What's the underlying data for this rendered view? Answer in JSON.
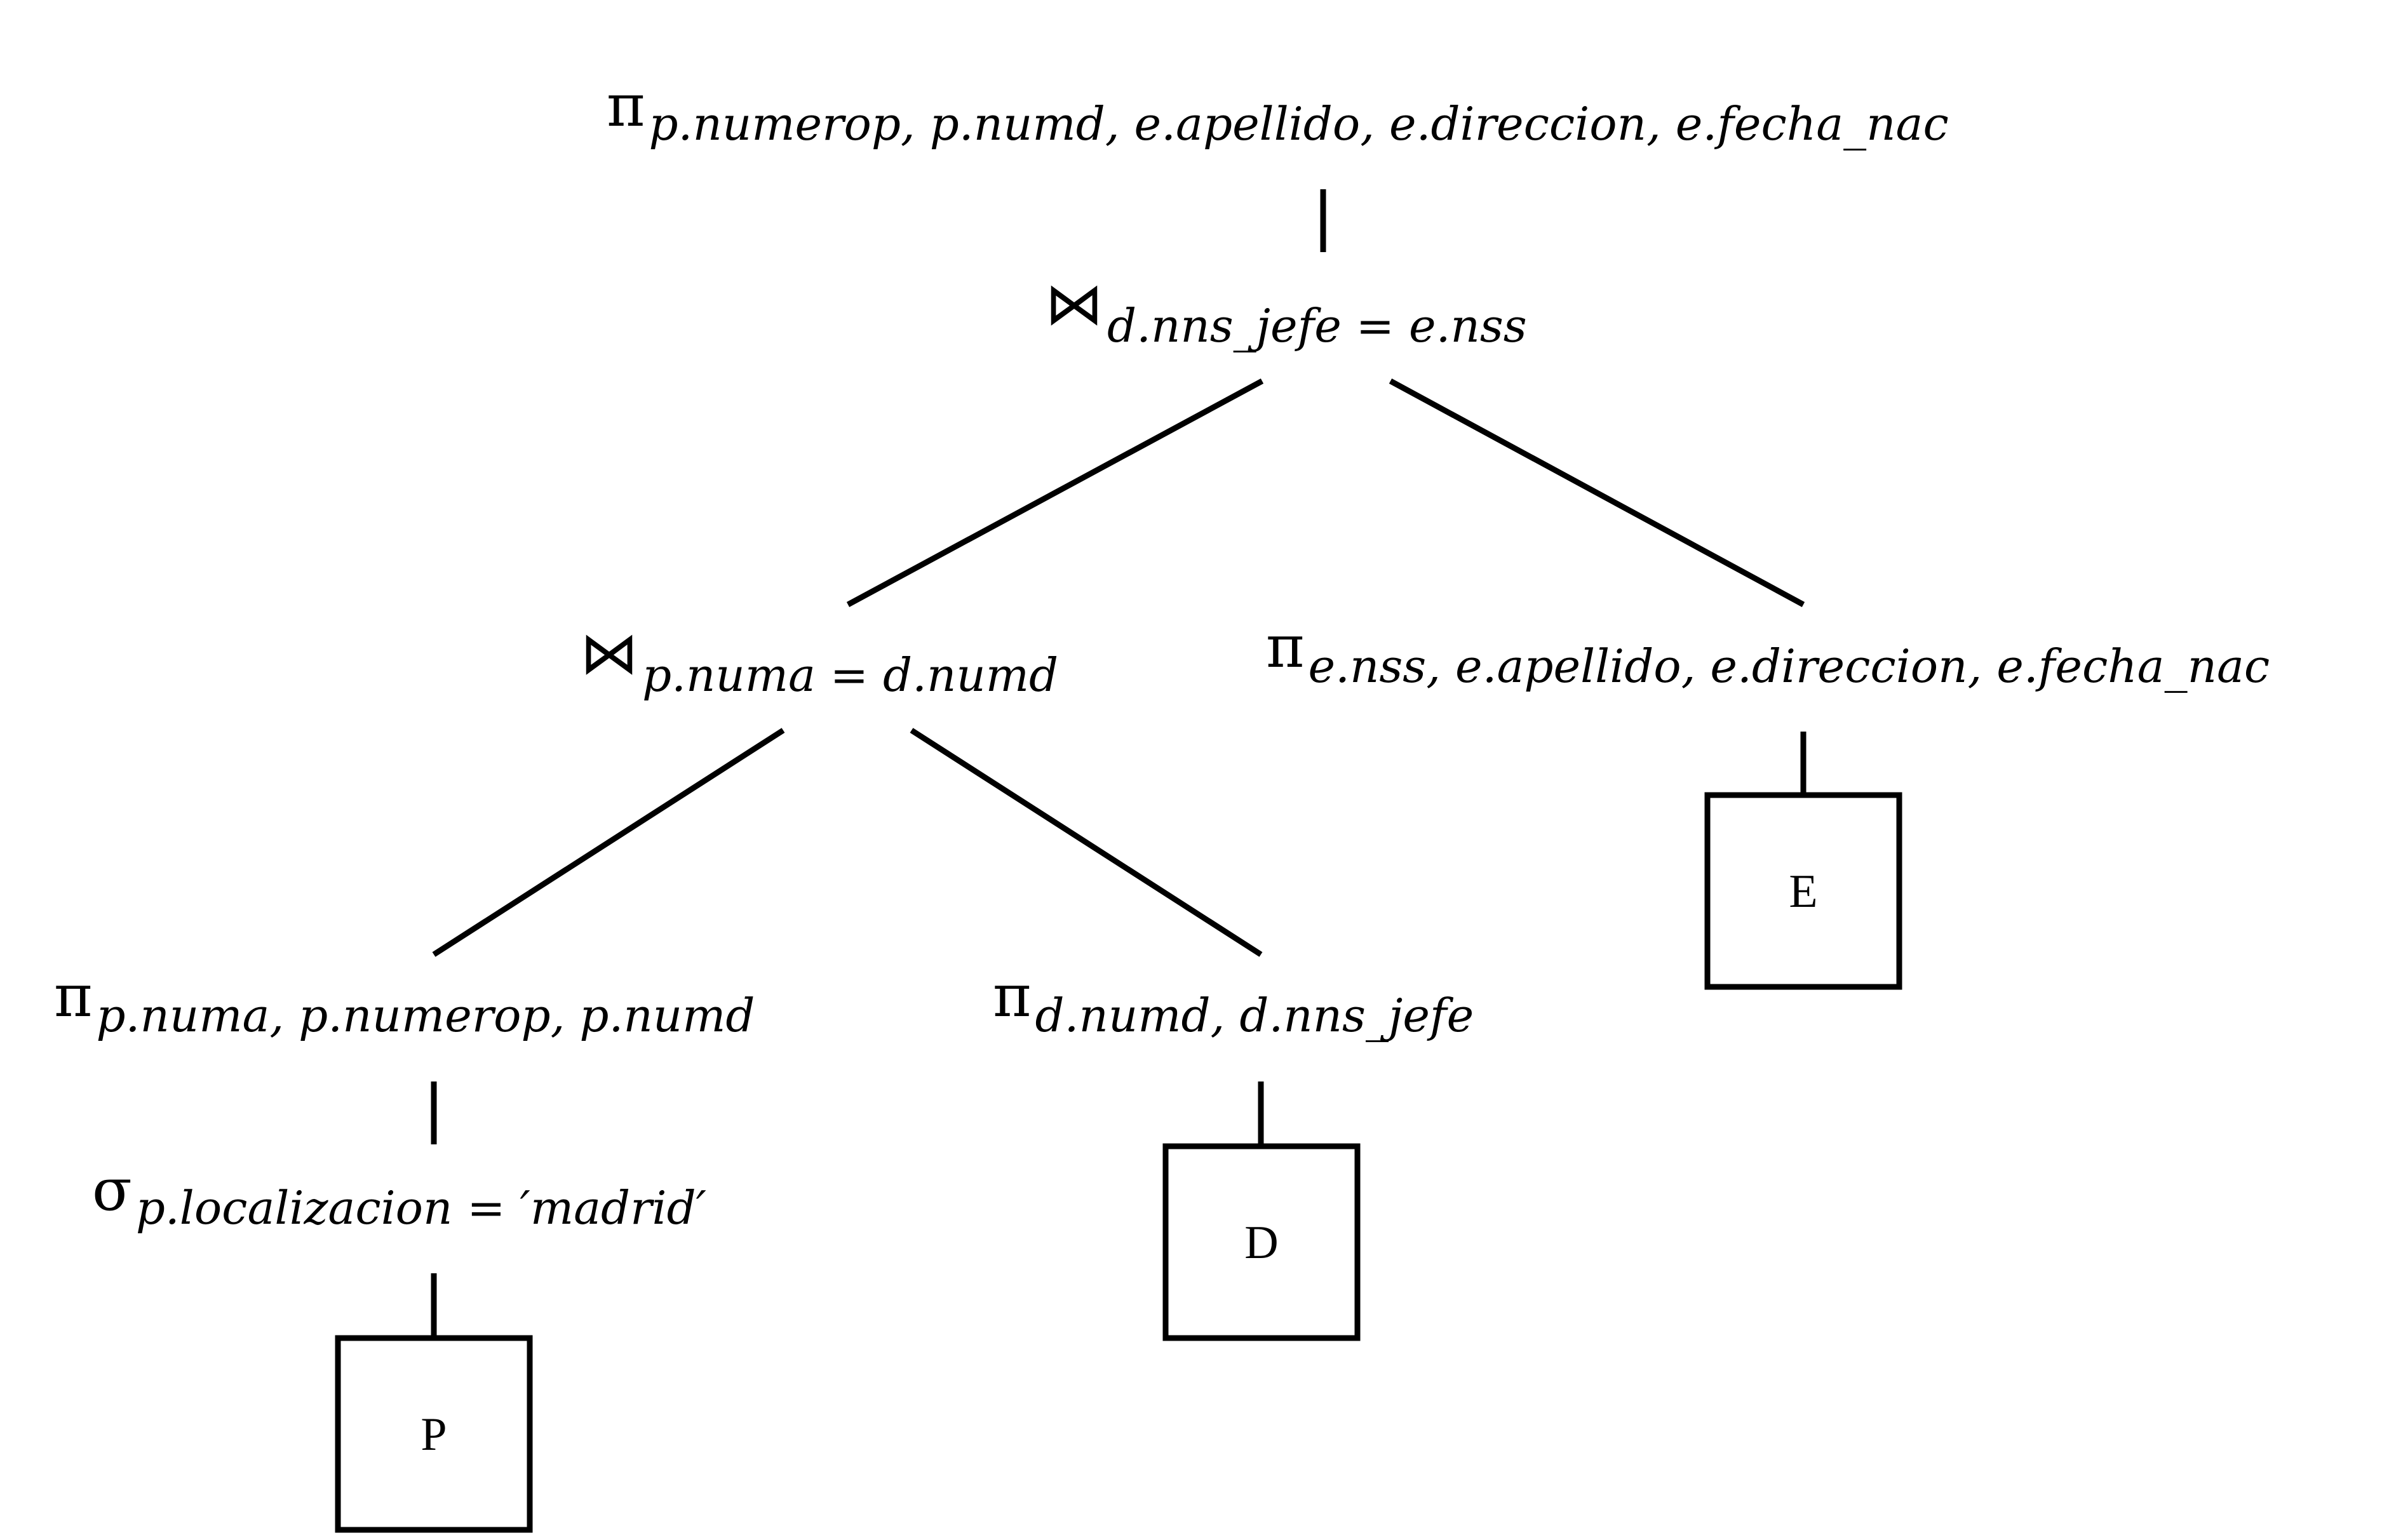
{
  "colors": {
    "ink": "#000000",
    "background": "#ffffff"
  },
  "nodes": {
    "root_projection": {
      "operator": "π",
      "subscript": "p.numerop, p.numd, e.apellido, e.direccion, e.fecha_nac"
    },
    "join_top": {
      "operator": "⋈",
      "subscript": "d.nns_jefe = e.nss"
    },
    "join_left": {
      "operator": "⋈",
      "subscript": "p.numa = d.numd"
    },
    "projection_e": {
      "operator": "π",
      "subscript": "e.nss, e.apellido, e.direccion, e.fecha_nac"
    },
    "projection_p": {
      "operator": "π",
      "subscript": "p.numa, p.numerop, p.numd"
    },
    "projection_d": {
      "operator": "π",
      "subscript": "d.numd, d.nns_jefe"
    },
    "selection_p": {
      "operator": "σ",
      "subscript": "p.localizacion = ′madrid′"
    }
  },
  "relations": {
    "E": "E",
    "D": "D",
    "P": "P"
  }
}
